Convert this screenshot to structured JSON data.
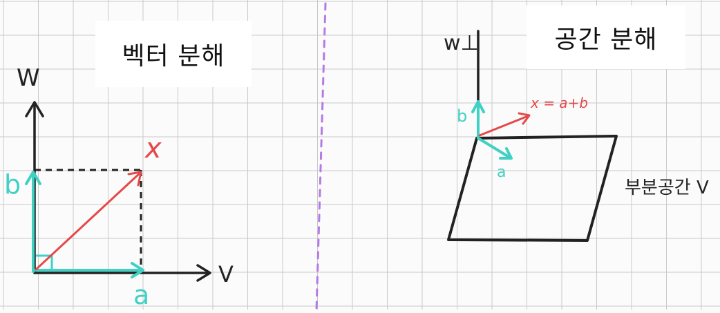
{
  "left_panel": {
    "title": "벡터 분해",
    "axis_labels": {
      "w": "W",
      "v": "V"
    },
    "vector_labels": {
      "x": "x",
      "b": "b",
      "a": "a"
    }
  },
  "right_panel": {
    "title": "공간 분해",
    "axis_label": "w⊥",
    "vector_labels": {
      "x": "x = a+b",
      "b": "b",
      "a": "a"
    },
    "subspace_label": "부분공간 V"
  },
  "colors": {
    "paper": "#fbfbfb",
    "grid": "#c9c9c9",
    "ink": "#222222",
    "red": "#e54848",
    "cyan": "#3fd1c4",
    "divider": "#b47ae6"
  }
}
